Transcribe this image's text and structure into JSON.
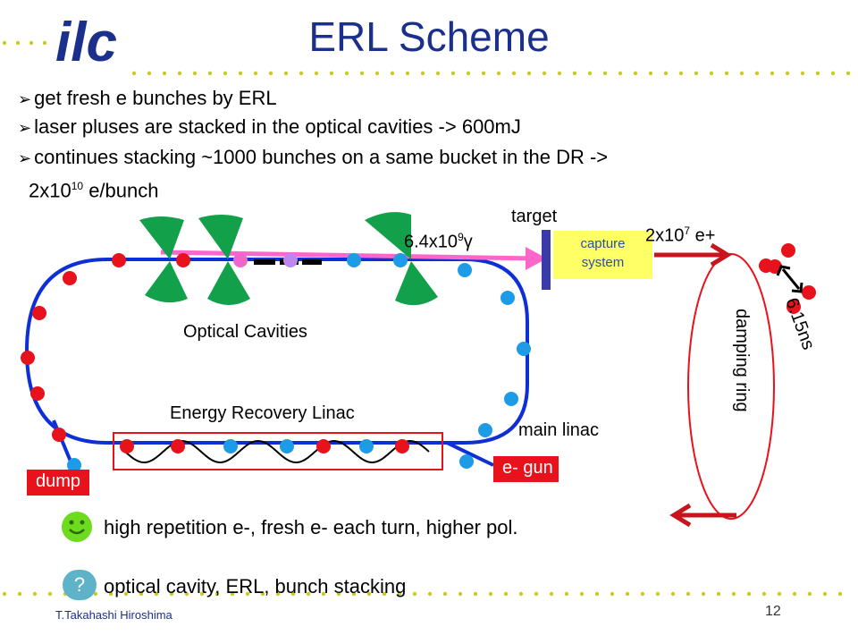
{
  "header": {
    "logo_text": "ilc",
    "title": "ERL Scheme"
  },
  "bullets": [
    {
      "text": "get fresh e bunches by ERL"
    },
    {
      "text": "laser pluses are stacked in the optical cavities -> 600mJ"
    },
    {
      "text": "continues stacking ~1000 bunches on a same bucket in the DR  ->"
    },
    {
      "text": "2x10",
      "sup": "10",
      "tail": " e/bunch"
    }
  ],
  "diagram": {
    "target_label": "target",
    "photons_label": {
      "base": "6.4x10",
      "sup": "9",
      "tail": "γ"
    },
    "capture_label": {
      "line1": "capture",
      "line2": "system"
    },
    "positrons_label": {
      "base": "2x10",
      "sup": "7",
      "tail": " e+"
    },
    "optical_cavities_label": "Optical Cavities",
    "erl_label": "Energy Recovery Linac",
    "main_linac_label": "main linac",
    "dump_label": "dump",
    "gun_label": "e- gun",
    "damping_ring_label": "damping ring",
    "spacing_label": "6.15ns",
    "colors": {
      "ring": "#0f2fd6",
      "red_bunch": "#e8121c",
      "blue_bunch": "#1e9be6",
      "pink_bunch": "#ee66cc",
      "violet_bunch": "#bb88ee",
      "laser": "#ff66cc",
      "mirror": "#12a04a",
      "target": "#3a3aa8",
      "arrow": "#c8141c"
    }
  },
  "legend": {
    "good": {
      "icon": "smiley-icon",
      "text": "high repetition e-, fresh e- each turn, higher pol."
    },
    "issue": {
      "icon": "question-icon",
      "symbol": "?",
      "text": "optical cavity, ERL, bunch stacking"
    }
  },
  "footer": {
    "author": "T.Takahashi  Hiroshima",
    "page": "12"
  }
}
